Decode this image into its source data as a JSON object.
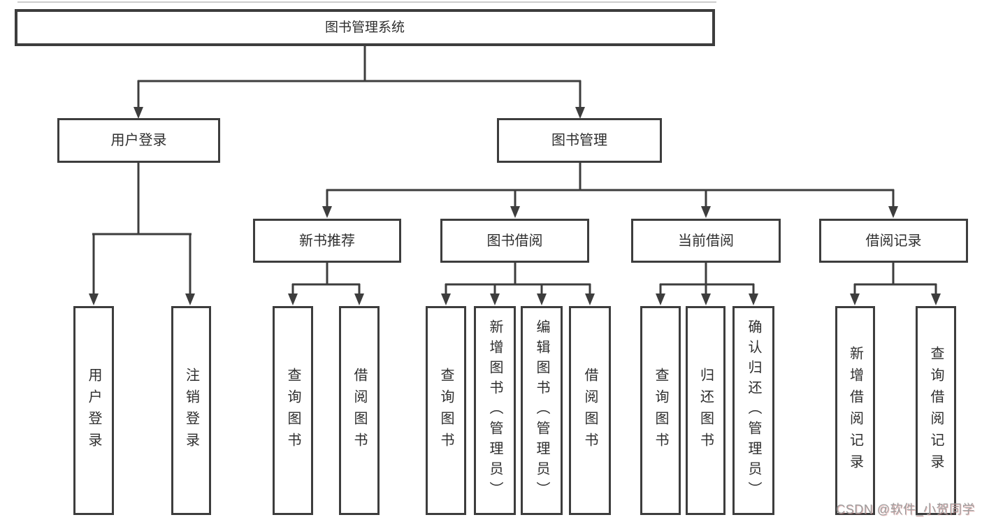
{
  "diagram": {
    "tree": {
      "root": "图书管理系统",
      "branches": [
        {
          "label": "用户登录",
          "children": [
            "用户登录",
            "注销登录"
          ]
        },
        {
          "label": "图书管理",
          "children": [
            {
              "label": "新书推荐",
              "children": [
                "查询图书",
                "借阅图书"
              ]
            },
            {
              "label": "图书借阅",
              "children": [
                "查询图书",
                "新增图书（管理员）",
                "编辑图书（管理员）",
                "借阅图书"
              ]
            },
            {
              "label": "当前借阅",
              "children": [
                "查询图书",
                "归还图书",
                "确认归还（管理员）"
              ]
            },
            {
              "label": "借阅记录",
              "children": [
                "新增借阅记录",
                "查询借阅记录"
              ]
            }
          ]
        }
      ]
    },
    "colors": {
      "line": "#3d3d3d",
      "node_text": "#2e2e2e",
      "node_fill": "#ffffff"
    }
  },
  "watermark": {
    "text": "CSDN @软件_小贺同学"
  }
}
